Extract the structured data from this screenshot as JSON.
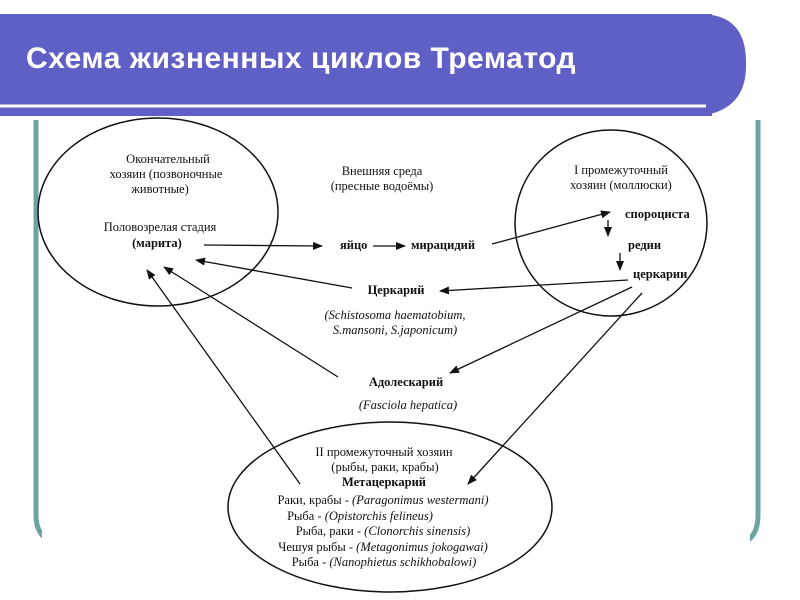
{
  "slide": {
    "title": "Схема жизненных циклов Трематод",
    "accent_color": "#5f5fc5",
    "border_color": "#6fa3a0"
  },
  "final_host": {
    "heading": [
      "Окончательный",
      "хозяин (позвоночные",
      "животные)"
    ],
    "stage_line1": "Половозрелая стадия",
    "stage_line2": "(марита)"
  },
  "environment": {
    "heading": [
      "Внешняя среда",
      "(пресные водоёмы)"
    ],
    "egg": "яйцо",
    "miracidium": "мирацидий"
  },
  "intermediate_host_1": {
    "heading": [
      "I промежуточный",
      "хозяин (моллюски)"
    ],
    "sporocyst": "спороциста",
    "rediae": "редии",
    "cercariae": "церкарии"
  },
  "cercaria": {
    "label": "Церкарий",
    "species": [
      "(Schistosoma haematobium,",
      "S.mansoni, S.japonicum)"
    ]
  },
  "adolescaria": {
    "label": "Адолескарий",
    "species": "(Fasciola hepatica)"
  },
  "intermediate_host_2": {
    "heading": [
      "II промежуточный хозяин",
      "(рыбы, раки, крабы)"
    ],
    "stage": "Метацеркарий",
    "examples": [
      {
        "host": "Раки, крабы - ",
        "species": "(Paragonimus westermani)"
      },
      {
        "host": "Рыба - ",
        "species": "(Opistorchis felineus)"
      },
      {
        "host": "Рыба, раки - ",
        "species": "(Clonorchis sinensis)"
      },
      {
        "host": "Чешуя рыбы - ",
        "species": "(Metagonimus jokogawai)"
      },
      {
        "host": "Рыба - ",
        "species": "(Nanophietus schikhobalowi)"
      }
    ]
  }
}
